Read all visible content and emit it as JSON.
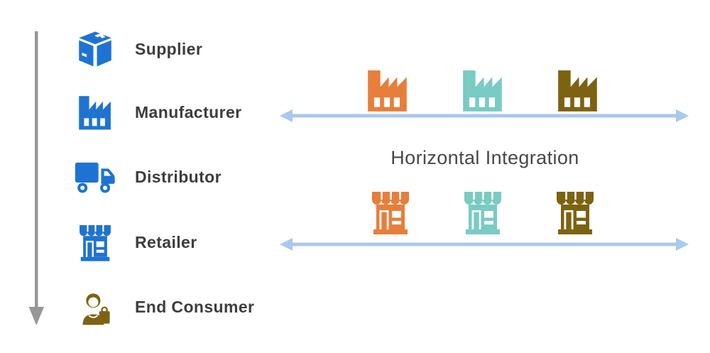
{
  "diagram": {
    "title": "Horizontal Integration",
    "supply_chain": {
      "stages": [
        {
          "label": "Supplier",
          "icon": "box-icon"
        },
        {
          "label": "Manufacturer",
          "icon": "factory-icon"
        },
        {
          "label": "Distributor",
          "icon": "truck-icon"
        },
        {
          "label": "Retailer",
          "icon": "store-icon"
        },
        {
          "label": "End Consumer",
          "icon": "consumer-icon"
        }
      ]
    },
    "integration": {
      "factories": [
        {
          "name": "factory-orange",
          "color": "#e87e3b"
        },
        {
          "name": "factory-teal",
          "color": "#79cbc3"
        },
        {
          "name": "factory-olive",
          "color": "#7d6212"
        }
      ],
      "stores": [
        {
          "name": "store-orange",
          "color": "#e87e3b"
        },
        {
          "name": "store-teal",
          "color": "#79cbc3"
        },
        {
          "name": "store-olive",
          "color": "#7d6212"
        }
      ]
    }
  },
  "colors": {
    "stage_icon_blue": "#1e73d2",
    "consumer_olive": "#7d6212",
    "flow_arrow_gray": "#979797",
    "integration_arrow_blue": "#a9c9ee",
    "label_text": "#3d3d3d",
    "title_text": "#484848"
  }
}
